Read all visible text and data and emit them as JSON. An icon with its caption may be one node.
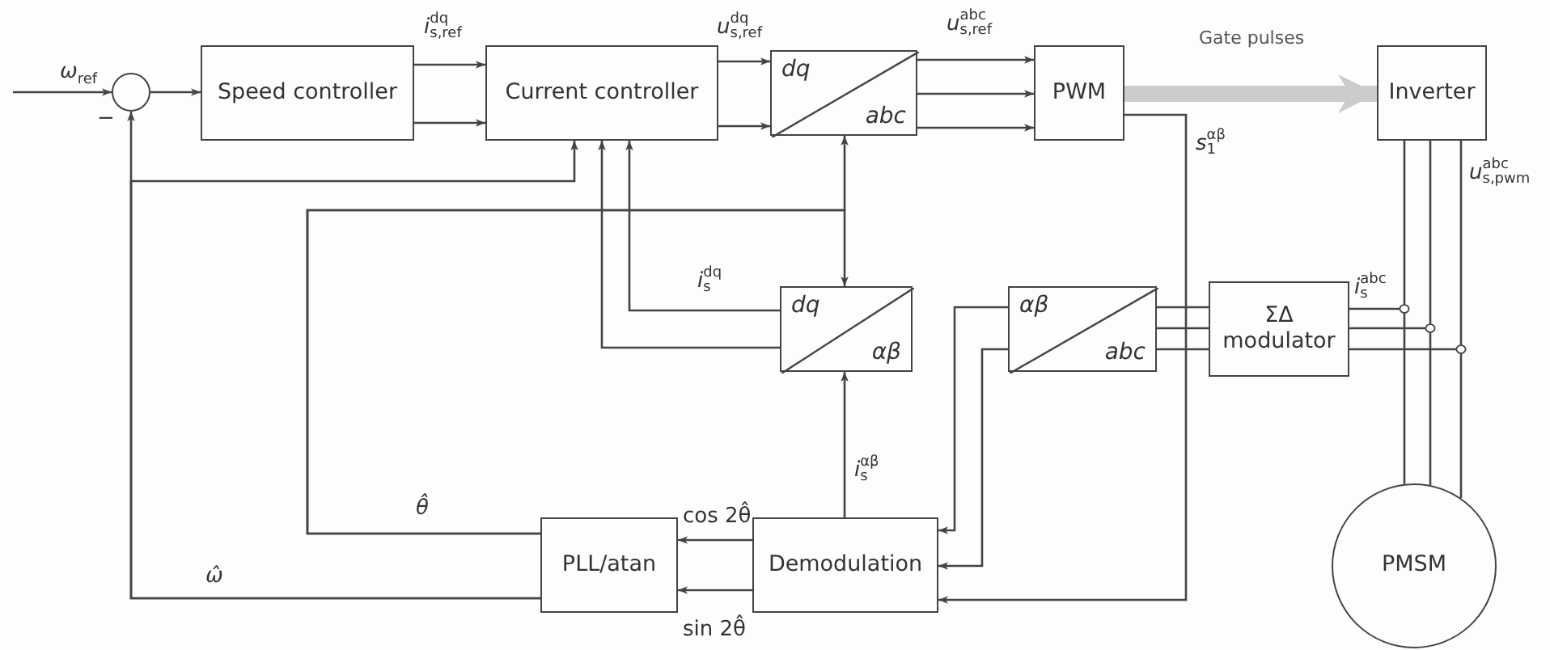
{
  "diagram": {
    "nodes": [
      {
        "text": [],
        "shape": "circle",
        "beside": [
          "−"
        ]
      },
      {
        "text": [
          "Speed controller"
        ]
      },
      {
        "text": [
          "Current controller"
        ]
      },
      {
        "text": [
          "dq",
          "abc"
        ]
      },
      {
        "text": [
          "PWM"
        ]
      },
      {
        "text": [
          "Inverter"
        ]
      },
      {
        "text": [
          "dq",
          "αβ"
        ]
      },
      {
        "text": [
          "αβ",
          "abc"
        ]
      },
      {
        "text": [
          "ΣΔ modulator"
        ]
      },
      {
        "text": [
          "PLL/atan"
        ]
      },
      {
        "text": [
          "Demodulation"
        ]
      },
      {
        "text": [
          "PMSM"
        ]
      }
    ],
    "edges": [
      {
        "from": null,
        "to": 0,
        "arrow": "to",
        "label": "*ω*$_{ref}$"
      },
      {
        "from": 0,
        "to": 1,
        "arrow": "to"
      },
      {
        "from": 1,
        "to": 2,
        "arrow": "to",
        "label": "*i*$^{dq}$$_{s,ref}$"
      },
      {
        "from": 1,
        "to": 2,
        "arrow": "to"
      },
      {
        "from": 2,
        "to": 3,
        "arrow": "to",
        "label": "*u*$^{dq}$$_{s,ref}$"
      },
      {
        "from": 2,
        "to": 3,
        "arrow": "to"
      },
      {
        "from": 3,
        "to": 4,
        "arrow": "to",
        "label": "*u*$^{abc}$$_{s,ref}$"
      },
      {
        "from": 3,
        "to": 4,
        "arrow": "to"
      },
      {
        "from": 3,
        "to": 4,
        "arrow": "to"
      },
      {
        "from": 4,
        "to": 5,
        "arrow": "to",
        "label": "Gate pulses",
        "style": "thick",
        "color": "#cccccc"
      },
      {
        "from": 5,
        "to": 11,
        "arrow": "none"
      },
      {
        "from": 5,
        "to": 11,
        "arrow": "none"
      },
      {
        "from": 5,
        "to": 11,
        "arrow": "none",
        "label": "*u*$^{abc}$$_{s,pwm}$"
      },
      {
        "from": 4,
        "to": 10,
        "arrow": "to",
        "label": "*s*$^{αβ}$$_{1}$"
      },
      {
        "from": null,
        "to": 8,
        "arrow": "other",
        "label": "*i*$^{abc}$$_{s}$"
      },
      {
        "from": null,
        "to": 8,
        "arrow": "other"
      },
      {
        "from": null,
        "to": 8,
        "arrow": "other"
      },
      {
        "from": 8,
        "to": 7,
        "arrow": "none"
      },
      {
        "from": 8,
        "to": 7,
        "arrow": "none"
      },
      {
        "from": 8,
        "to": 7,
        "arrow": "none"
      },
      {
        "from": 7,
        "to": 10,
        "arrow": "to"
      },
      {
        "from": 7,
        "to": 10,
        "arrow": "to"
      },
      {
        "from": 10,
        "to": 6,
        "arrow": "to",
        "label": "*i*$^{αβ}$$_{s}$"
      },
      {
        "from": 6,
        "to": 2,
        "arrow": "to",
        "label": "*i*$^{dq}$$_{s}$"
      },
      {
        "from": 6,
        "to": 2,
        "arrow": "to"
      },
      {
        "from": 9,
        "to": 3,
        "arrow": "to",
        "label": "*θ̂*"
      },
      {
        "from": 9,
        "to": 6,
        "arrow": "to"
      },
      {
        "from": 9,
        "to": 0,
        "arrow": "to",
        "label": "*ω̂*"
      },
      {
        "from": 9,
        "to": 2,
        "arrow": "to"
      },
      {
        "from": 10,
        "to": 9,
        "arrow": "to",
        "label": "cos 2θ̂"
      },
      {
        "from": 10,
        "to": 9,
        "arrow": "to",
        "label": "sin 2θ̂"
      }
    ]
  }
}
